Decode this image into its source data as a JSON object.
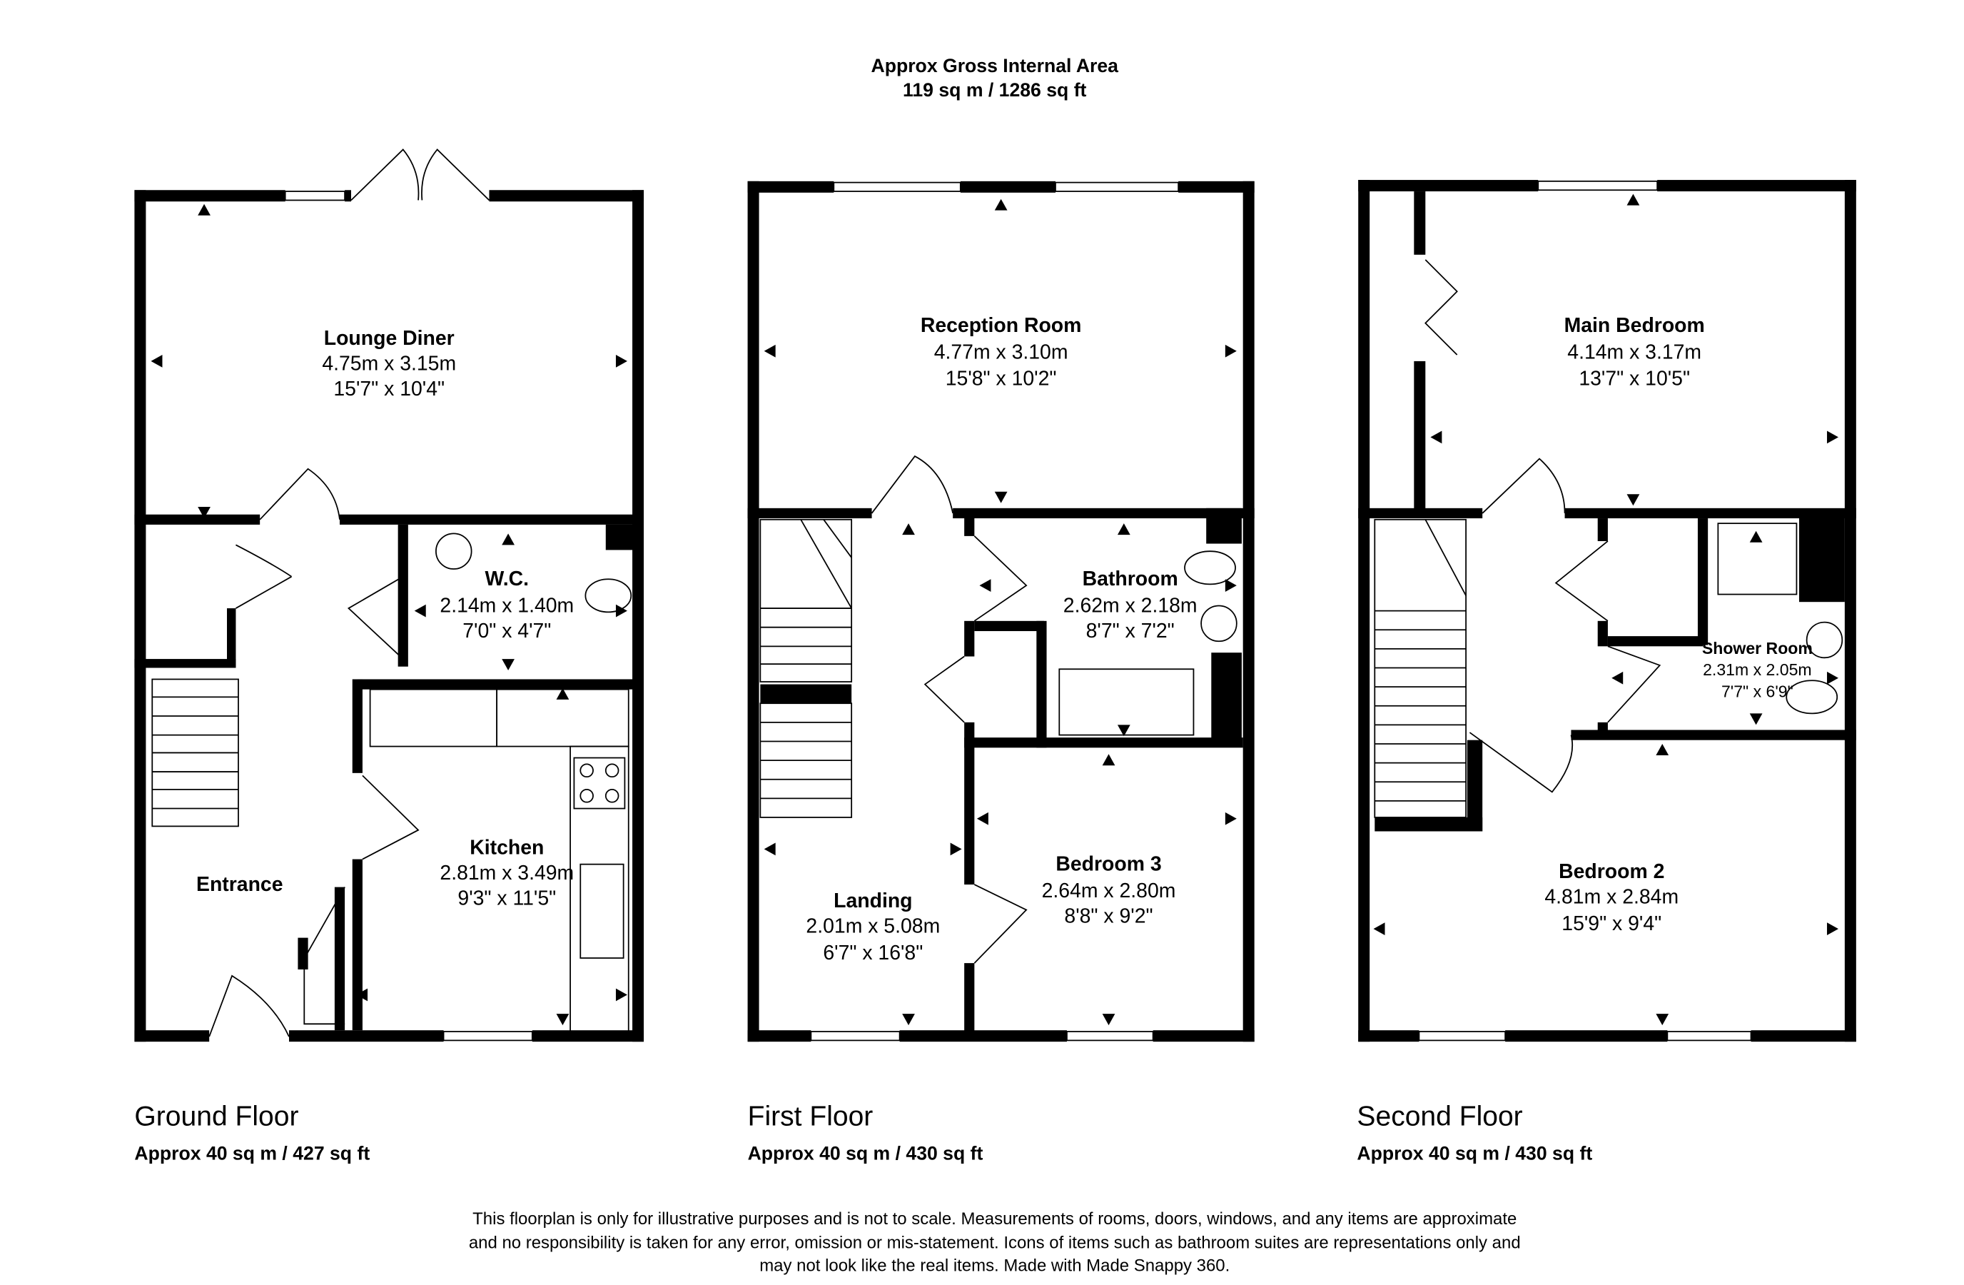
{
  "header": {
    "title": "Approx Gross Internal Area",
    "area": "119 sq m / 1286 sq ft"
  },
  "floors": [
    {
      "name": "Ground Floor",
      "area": "Approx 40 sq m / 427 sq ft",
      "rooms": [
        {
          "name": "Lounge Diner",
          "metric": "4.75m x 3.15m",
          "imperial": "15'7\" x 10'4\""
        },
        {
          "name": "W.C.",
          "metric": "2.14m x 1.40m",
          "imperial": "7'0\" x 4'7\""
        },
        {
          "name": "Kitchen",
          "metric": "2.81m x 3.49m",
          "imperial": "9'3\" x 11'5\""
        },
        {
          "name": "Entrance"
        }
      ]
    },
    {
      "name": "First Floor",
      "area": "Approx 40 sq m / 430 sq ft",
      "rooms": [
        {
          "name": "Reception Room",
          "metric": "4.77m x 3.10m",
          "imperial": "15'8\" x 10'2\""
        },
        {
          "name": "Bathroom",
          "metric": "2.62m x 2.18m",
          "imperial": "8'7\" x 7'2\""
        },
        {
          "name": "Bedroom 3",
          "metric": "2.64m x 2.80m",
          "imperial": "8'8\" x 9'2\""
        },
        {
          "name": "Landing",
          "metric": "2.01m x 5.08m",
          "imperial": "6'7\" x 16'8\""
        }
      ]
    },
    {
      "name": "Second Floor",
      "area": "Approx 40 sq m / 430 sq ft",
      "rooms": [
        {
          "name": "Main Bedroom",
          "metric": "4.14m x 3.17m",
          "imperial": "13'7\" x 10'5\""
        },
        {
          "name": "Shower Room",
          "metric": "2.31m x 2.05m",
          "imperial": "7'7\" x 6'9\""
        },
        {
          "name": "Bedroom 2",
          "metric": "4.81m x 2.84m",
          "imperial": "15'9\" x 9'4\""
        }
      ]
    }
  ],
  "disclaimer": [
    "This floorplan is only for illustrative purposes and is not to scale. Measurements of rooms, doors, windows, and any items are approximate",
    "and no responsibility is taken for any error, omission or mis-statement. Icons of items such as bathroom suites are representations only and",
    "may not look like the real items. Made with Made Snappy 360."
  ]
}
